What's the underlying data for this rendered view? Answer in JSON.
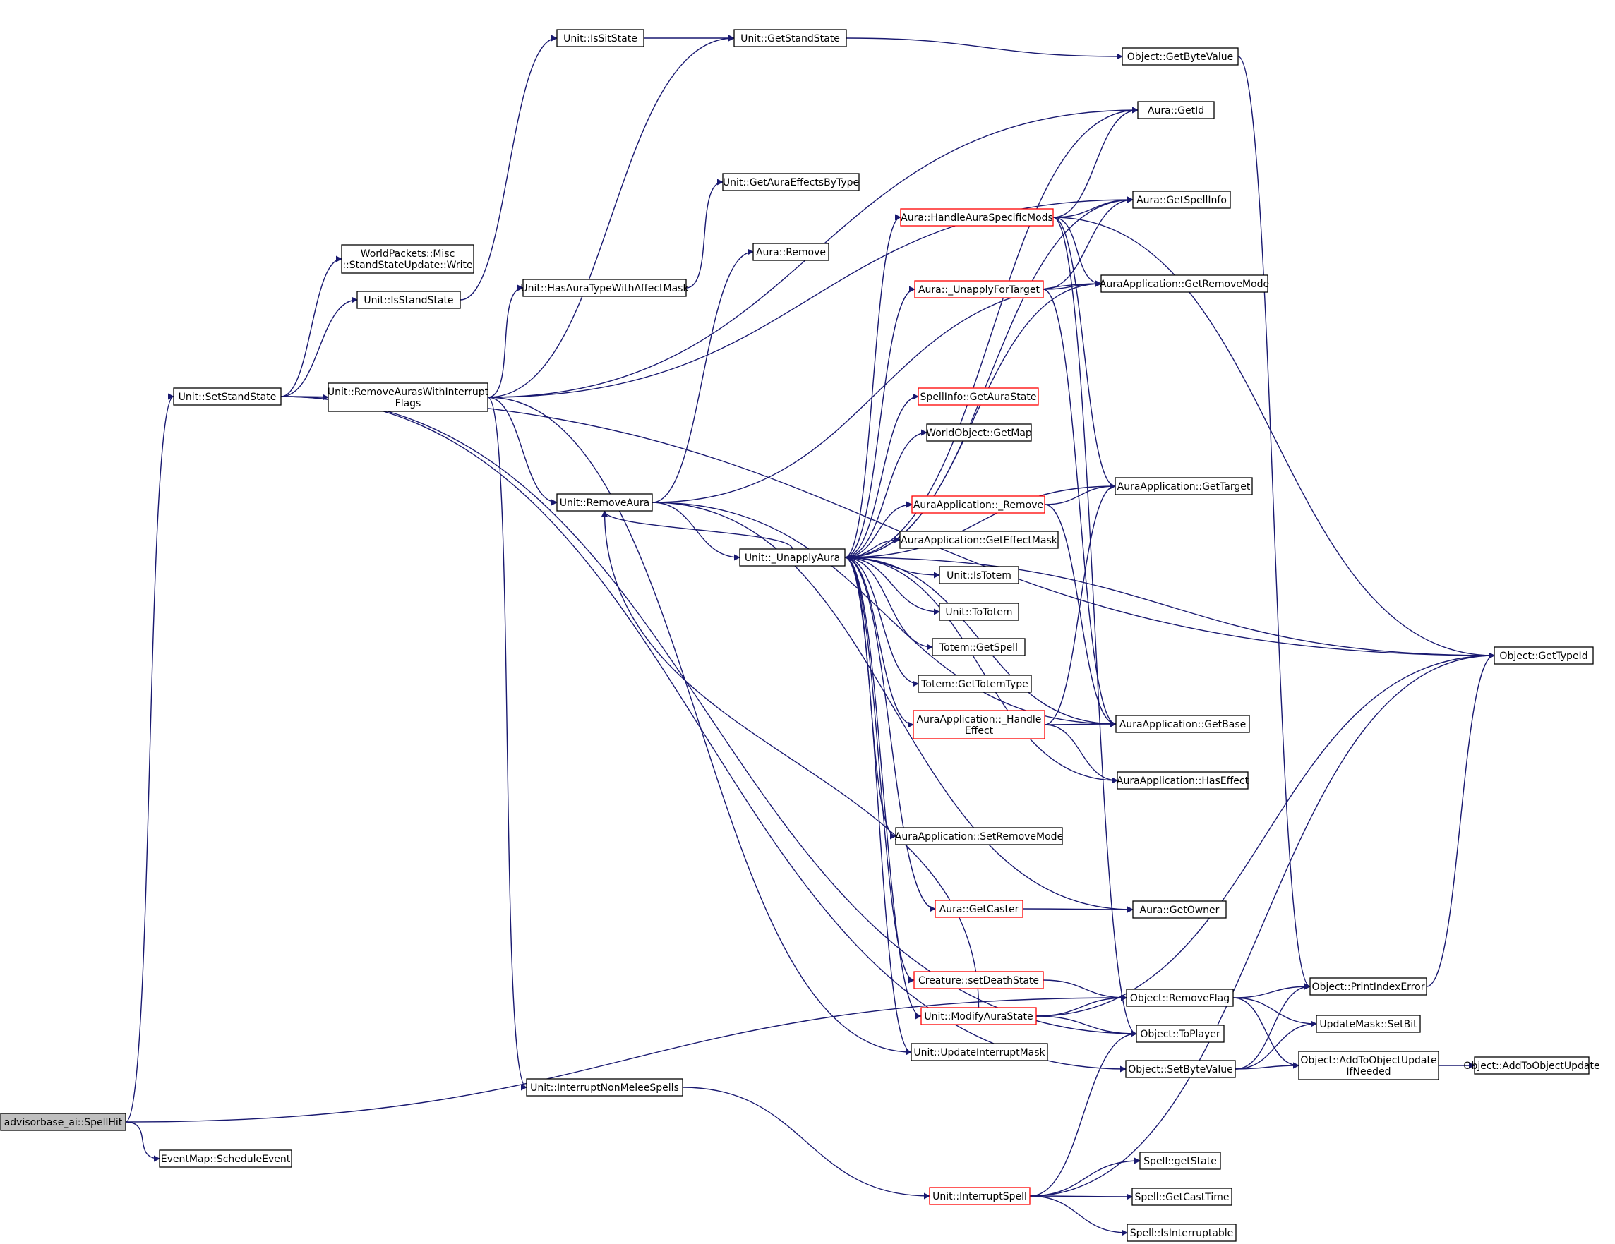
{
  "colors": {
    "edge": "#191970",
    "node_border": "#000000",
    "truncated_border": "#ff0000",
    "root_fill": "#bfbfbf",
    "background": "#ffffff"
  },
  "nodes": {
    "spellhit": {
      "lines": [
        "advisorbase_ai::SpellHit"
      ],
      "style": "root"
    },
    "schedule": {
      "lines": [
        "EventMap::ScheduleEvent"
      ],
      "style": "normal"
    },
    "setstand": {
      "lines": [
        "Unit::SetStandState"
      ],
      "style": "normal"
    },
    "wpwrite": {
      "lines": [
        "WorldPackets::Misc",
        "::StandStateUpdate::Write"
      ],
      "style": "normal"
    },
    "isstand": {
      "lines": [
        "Unit::IsStandState"
      ],
      "style": "normal"
    },
    "removeflags": {
      "lines": [
        "Unit::RemoveAurasWithInterrupt",
        "Flags"
      ],
      "style": "normal"
    },
    "issit": {
      "lines": [
        "Unit::IsSitState"
      ],
      "style": "normal"
    },
    "getstand": {
      "lines": [
        "Unit::GetStandState"
      ],
      "style": "normal"
    },
    "hastype": {
      "lines": [
        "Unit::HasAuraTypeWithAffectMask"
      ],
      "style": "normal"
    },
    "removeaura": {
      "lines": [
        "Unit::RemoveAura"
      ],
      "style": "normal"
    },
    "interruptnonmelee": {
      "lines": [
        "Unit::InterruptNonMeleeSpells"
      ],
      "style": "normal"
    },
    "geteffects": {
      "lines": [
        "Unit::GetAuraEffectsByType"
      ],
      "style": "normal"
    },
    "auraremove": {
      "lines": [
        "Aura::Remove"
      ],
      "style": "normal"
    },
    "unapply": {
      "lines": [
        "Unit::_UnapplyAura"
      ],
      "style": "normal"
    },
    "handlemods": {
      "lines": [
        "Aura::HandleAuraSpecificMods"
      ],
      "style": "red"
    },
    "unapplytarget": {
      "lines": [
        "Aura::_UnapplyForTarget"
      ],
      "style": "red"
    },
    "getaurastate": {
      "lines": [
        "SpellInfo::GetAuraState"
      ],
      "style": "red"
    },
    "getmap": {
      "lines": [
        "WorldObject::GetMap"
      ],
      "style": "normal"
    },
    "aaremove": {
      "lines": [
        "AuraApplication::_Remove"
      ],
      "style": "red"
    },
    "aaeffectmask": {
      "lines": [
        "AuraApplication::GetEffectMask"
      ],
      "style": "normal"
    },
    "istotem": {
      "lines": [
        "Unit::IsTotem"
      ],
      "style": "normal"
    },
    "tototem": {
      "lines": [
        "Unit::ToTotem"
      ],
      "style": "normal"
    },
    "totemspell": {
      "lines": [
        "Totem::GetSpell"
      ],
      "style": "normal"
    },
    "totemtype": {
      "lines": [
        "Totem::GetTotemType"
      ],
      "style": "normal"
    },
    "aahandle": {
      "lines": [
        "AuraApplication::_Handle",
        "Effect"
      ],
      "style": "red"
    },
    "aasetremove": {
      "lines": [
        "AuraApplication::SetRemoveMode"
      ],
      "style": "normal"
    },
    "getcaster": {
      "lines": [
        "Aura::GetCaster"
      ],
      "style": "red"
    },
    "setdeath": {
      "lines": [
        "Creature::setDeathState"
      ],
      "style": "red"
    },
    "modifystate": {
      "lines": [
        "Unit::ModifyAuraState"
      ],
      "style": "red"
    },
    "updatemask": {
      "lines": [
        "Unit::UpdateInterruptMask"
      ],
      "style": "normal"
    },
    "interruptspell": {
      "lines": [
        "Unit::InterruptSpell"
      ],
      "style": "red"
    },
    "getbytevalue": {
      "lines": [
        "Object::GetByteValue"
      ],
      "style": "normal"
    },
    "auragetid": {
      "lines": [
        "Aura::GetId"
      ],
      "style": "normal"
    },
    "getspellinfo": {
      "lines": [
        "Aura::GetSpellInfo"
      ],
      "style": "normal"
    },
    "getremovemode": {
      "lines": [
        "AuraApplication::GetRemoveMode"
      ],
      "style": "normal"
    },
    "gettarget": {
      "lines": [
        "AuraApplication::GetTarget"
      ],
      "style": "normal"
    },
    "getbase": {
      "lines": [
        "AuraApplication::GetBase"
      ],
      "style": "normal"
    },
    "haseffect": {
      "lines": [
        "AuraApplication::HasEffect"
      ],
      "style": "normal"
    },
    "getowner": {
      "lines": [
        "Aura::GetOwner"
      ],
      "style": "normal"
    },
    "removeflag": {
      "lines": [
        "Object::RemoveFlag"
      ],
      "style": "normal"
    },
    "toplayer": {
      "lines": [
        "Object::ToPlayer"
      ],
      "style": "normal"
    },
    "setbytevalue": {
      "lines": [
        "Object::SetByteValue"
      ],
      "style": "normal"
    },
    "getstate": {
      "lines": [
        "Spell::getState"
      ],
      "style": "normal"
    },
    "getcasttime": {
      "lines": [
        "Spell::GetCastTime"
      ],
      "style": "normal"
    },
    "isinterruptable": {
      "lines": [
        "Spell::IsInterruptable"
      ],
      "style": "normal"
    },
    "gettypeid": {
      "lines": [
        "Object::GetTypeId"
      ],
      "style": "normal"
    },
    "printindex": {
      "lines": [
        "Object::PrintIndexError"
      ],
      "style": "normal"
    },
    "setbit": {
      "lines": [
        "UpdateMask::SetBit"
      ],
      "style": "normal"
    },
    "addifneeded": {
      "lines": [
        "Object::AddToObjectUpdate",
        "IfNeeded"
      ],
      "style": "normal"
    },
    "addupdate": {
      "lines": [
        "Object::AddToObjectUpdate"
      ],
      "style": "normal"
    }
  },
  "edges": [
    [
      "spellhit",
      "setstand"
    ],
    [
      "spellhit",
      "schedule"
    ],
    [
      "spellhit",
      "removeflag"
    ],
    [
      "setstand",
      "wpwrite"
    ],
    [
      "setstand",
      "isstand"
    ],
    [
      "setstand",
      "removeflags"
    ],
    [
      "setstand",
      "gettypeid"
    ],
    [
      "setstand",
      "toplayer"
    ],
    [
      "setstand",
      "setbytevalue"
    ],
    [
      "isstand",
      "issit"
    ],
    [
      "issit",
      "getstand"
    ],
    [
      "getstand",
      "getbytevalue"
    ],
    [
      "getbytevalue",
      "printindex"
    ],
    [
      "removeflags",
      "getstand"
    ],
    [
      "removeflags",
      "auragetid"
    ],
    [
      "removeflags",
      "getspellinfo"
    ],
    [
      "removeflags",
      "hastype"
    ],
    [
      "removeflags",
      "removeaura"
    ],
    [
      "removeflags",
      "interruptnonmelee"
    ],
    [
      "removeflags",
      "updatemask"
    ],
    [
      "hastype",
      "geteffects"
    ],
    [
      "removeaura",
      "auraremove"
    ],
    [
      "removeaura",
      "unapply"
    ],
    [
      "removeaura",
      "getremovemode"
    ],
    [
      "removeaura",
      "getowner"
    ],
    [
      "unapply",
      "auragetid"
    ],
    [
      "unapply",
      "getspellinfo"
    ],
    [
      "unapply",
      "handlemods"
    ],
    [
      "unapply",
      "unapplytarget"
    ],
    [
      "unapply",
      "getremovemode"
    ],
    [
      "unapply",
      "gettypeid"
    ],
    [
      "unapply",
      "getaurastate"
    ],
    [
      "unapply",
      "getmap"
    ],
    [
      "unapply",
      "gettarget"
    ],
    [
      "unapply",
      "aaremove"
    ],
    [
      "unapply",
      "aaeffectmask"
    ],
    [
      "unapply",
      "istotem"
    ],
    [
      "unapply",
      "tototem"
    ],
    [
      "unapply",
      "totemspell"
    ],
    [
      "unapply",
      "totemtype"
    ],
    [
      "unapply",
      "aahandle"
    ],
    [
      "unapply",
      "getbase"
    ],
    [
      "unapply",
      "haseffect"
    ],
    [
      "unapply",
      "aasetremove"
    ],
    [
      "unapply",
      "getcaster"
    ],
    [
      "unapply",
      "setdeath"
    ],
    [
      "unapply",
      "modifystate"
    ],
    [
      "unapply",
      "updatemask"
    ],
    [
      "unapply",
      "removeaura"
    ],
    [
      "handlemods",
      "auragetid"
    ],
    [
      "handlemods",
      "getspellinfo"
    ],
    [
      "handlemods",
      "getremovemode"
    ],
    [
      "handlemods",
      "gettarget"
    ],
    [
      "handlemods",
      "gettypeid"
    ],
    [
      "handlemods",
      "toplayer"
    ],
    [
      "unapplytarget",
      "getspellinfo"
    ],
    [
      "unapplytarget",
      "getremovemode"
    ],
    [
      "unapplytarget",
      "getbase"
    ],
    [
      "aaremove",
      "gettarget"
    ],
    [
      "aaremove",
      "getbase"
    ],
    [
      "aahandle",
      "gettarget"
    ],
    [
      "aahandle",
      "getbase"
    ],
    [
      "aahandle",
      "haseffect"
    ],
    [
      "getcaster",
      "getowner"
    ],
    [
      "setdeath",
      "removeflag"
    ],
    [
      "modifystate",
      "removeaura"
    ],
    [
      "modifystate",
      "removeflag"
    ],
    [
      "modifystate",
      "toplayer"
    ],
    [
      "modifystate",
      "gettypeid"
    ],
    [
      "interruptnonmelee",
      "interruptspell"
    ],
    [
      "interruptspell",
      "toplayer"
    ],
    [
      "interruptspell",
      "getstate"
    ],
    [
      "interruptspell",
      "getcasttime"
    ],
    [
      "interruptspell",
      "isinterruptable"
    ],
    [
      "interruptspell",
      "gettypeid"
    ],
    [
      "removeflag",
      "printindex"
    ],
    [
      "removeflag",
      "setbit"
    ],
    [
      "removeflag",
      "addifneeded"
    ],
    [
      "setbytevalue",
      "printindex"
    ],
    [
      "setbytevalue",
      "setbit"
    ],
    [
      "setbytevalue",
      "addifneeded"
    ],
    [
      "printindex",
      "gettypeid"
    ],
    [
      "addifneeded",
      "addupdate"
    ],
    [
      "removeaura",
      "getbase"
    ]
  ]
}
